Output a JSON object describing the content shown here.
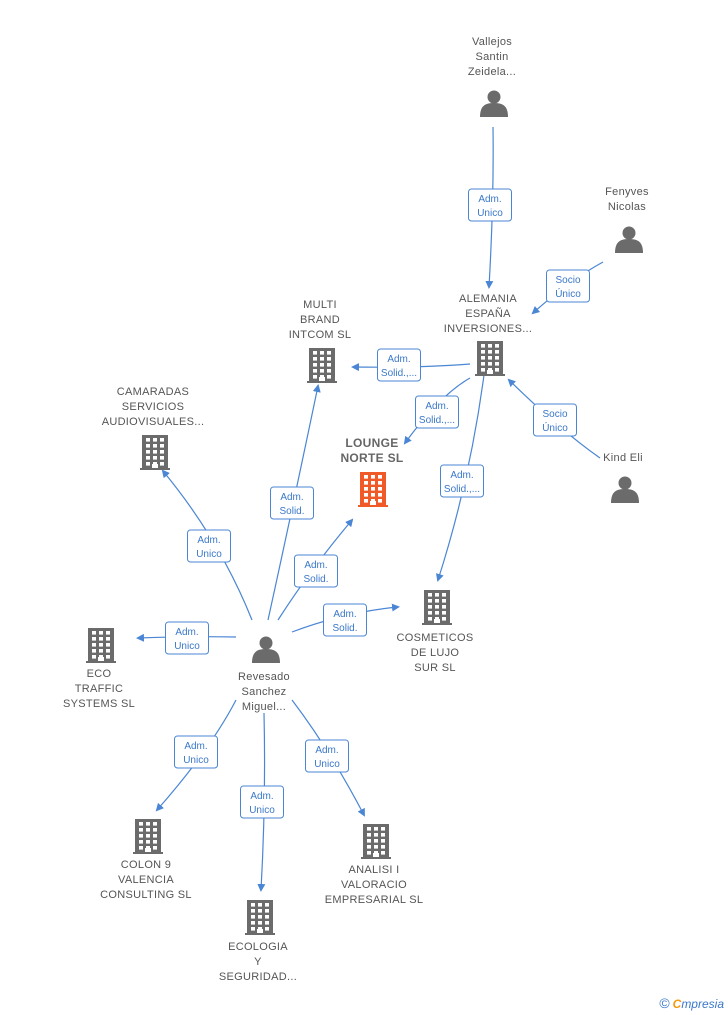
{
  "colors": {
    "accent": "#4a86d4",
    "icon": "#6b6b6b",
    "main_company": "#f05a28"
  },
  "nodes": [
    {
      "id": "vallejos",
      "type": "person",
      "label": [
        "Vallejos",
        "Santin",
        "Zeidela..."
      ]
    },
    {
      "id": "fenyves",
      "type": "person",
      "label": [
        "Fenyves",
        "Nicolas"
      ]
    },
    {
      "id": "alemania",
      "type": "company",
      "label": [
        "ALEMANIA",
        "ESPAÑA",
        "INVERSIONES..."
      ]
    },
    {
      "id": "multibrand",
      "type": "company",
      "label": [
        "MULTI",
        "BRAND",
        "INTCOM  SL"
      ]
    },
    {
      "id": "camaradas",
      "type": "company",
      "label": [
        "CAMARADAS",
        "SERVICIOS",
        "AUDIOVISUALES..."
      ]
    },
    {
      "id": "lounge",
      "type": "company",
      "main": true,
      "label": [
        "LOUNGE",
        "NORTE  SL"
      ]
    },
    {
      "id": "kindeli",
      "type": "person",
      "label": [
        "Kind Eli"
      ]
    },
    {
      "id": "cosmeticos",
      "type": "company",
      "label": [
        "COSMETICOS",
        "DE LUJO",
        "SUR  SL"
      ]
    },
    {
      "id": "eco",
      "type": "company",
      "label": [
        "ECO",
        "TRAFFIC",
        "SYSTEMS  SL"
      ]
    },
    {
      "id": "revesado",
      "type": "person",
      "label": [
        "Revesado",
        "Sanchez",
        "Miguel..."
      ]
    },
    {
      "id": "colon",
      "type": "company",
      "label": [
        "COLON 9",
        "VALENCIA",
        "CONSULTING SL"
      ]
    },
    {
      "id": "analisi",
      "type": "company",
      "label": [
        "ANALISI I",
        "VALORACIO",
        "EMPRESARIAL SL"
      ]
    },
    {
      "id": "ecologia",
      "type": "company",
      "label": [
        "ECOLOGIA",
        "Y",
        "SEGURIDAD..."
      ]
    }
  ],
  "edges": [
    {
      "from": "vallejos",
      "to": "alemania",
      "label": [
        "Adm.",
        "Unico"
      ]
    },
    {
      "from": "fenyves",
      "to": "alemania",
      "label": [
        "Socio",
        "Único"
      ]
    },
    {
      "from": "alemania",
      "to": "multibrand",
      "label": [
        "Adm.",
        "Solid.,..."
      ]
    },
    {
      "from": "alemania",
      "to": "lounge",
      "label": [
        "Adm.",
        "Solid.,..."
      ]
    },
    {
      "from": "kindeli",
      "to": "alemania",
      "label": [
        "Socio",
        "Único"
      ]
    },
    {
      "from": "alemania",
      "to": "cosmeticos",
      "label": [
        "Adm.",
        "Solid.,..."
      ]
    },
    {
      "from": "revesado",
      "to": "multibrand",
      "label": [
        "Adm.",
        "Solid."
      ]
    },
    {
      "from": "revesado",
      "to": "camaradas",
      "label": [
        "Adm.",
        "Unico"
      ]
    },
    {
      "from": "revesado",
      "to": "lounge",
      "label": [
        "Adm.",
        "Solid."
      ]
    },
    {
      "from": "revesado",
      "to": "cosmeticos",
      "label": [
        "Adm.",
        "Solid."
      ]
    },
    {
      "from": "revesado",
      "to": "eco",
      "label": [
        "Adm.",
        "Unico"
      ]
    },
    {
      "from": "revesado",
      "to": "colon",
      "label": [
        "Adm.",
        "Unico"
      ]
    },
    {
      "from": "revesado",
      "to": "ecologia",
      "label": [
        "Adm.",
        "Unico"
      ]
    },
    {
      "from": "revesado",
      "to": "analisi",
      "label": [
        "Adm.",
        "Unico"
      ]
    }
  ],
  "footer": {
    "copyright_symbol": "©",
    "brand_first": "C",
    "brand_rest": "mpresia"
  }
}
